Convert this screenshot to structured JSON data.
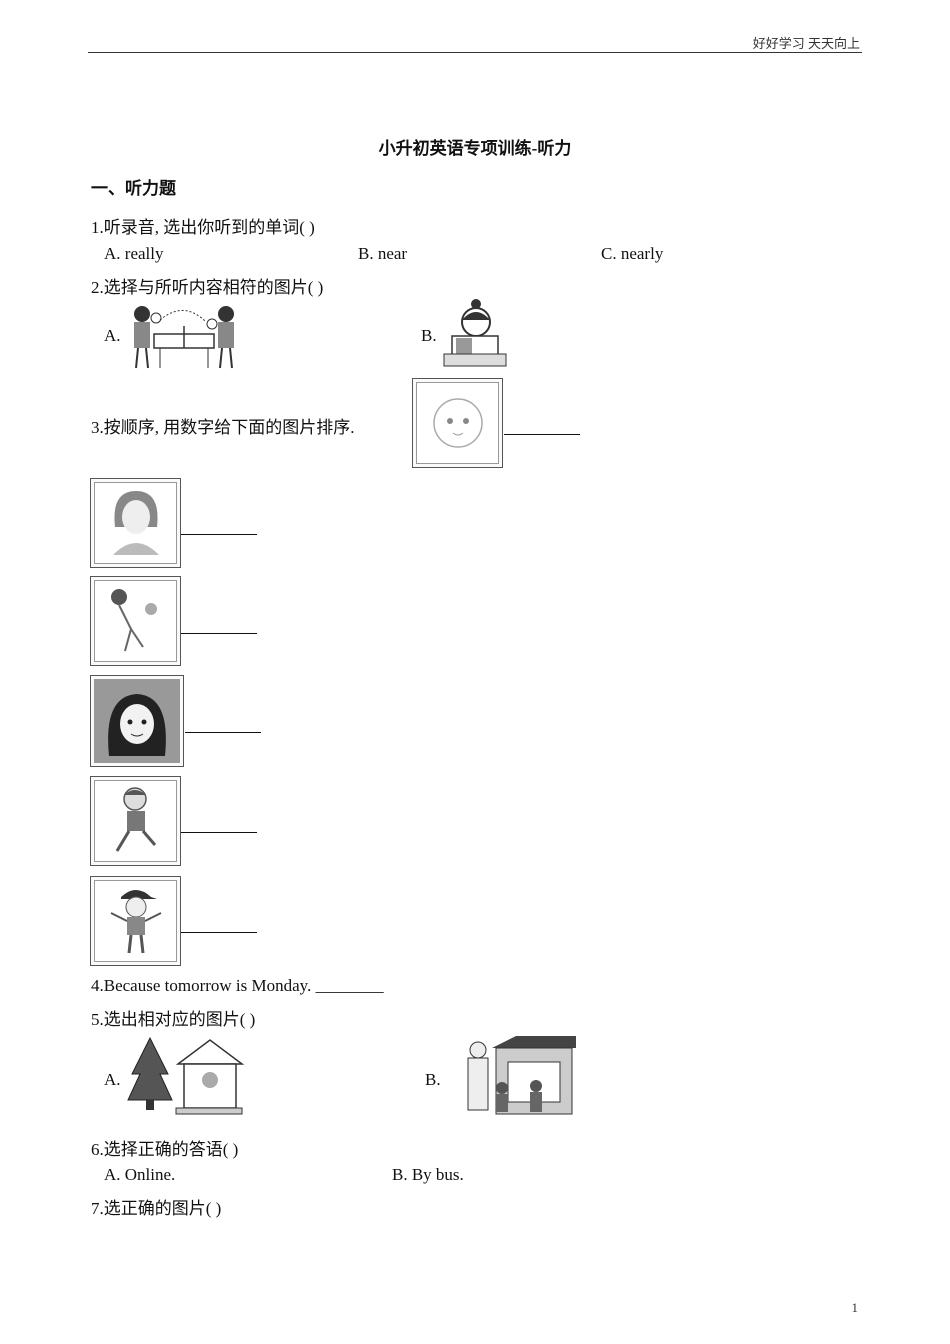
{
  "header": {
    "text": "好好学习  天天向上"
  },
  "title": "小升初英语专项训练-听力",
  "section": "一、听力题",
  "q1": {
    "text": "1.听录音, 选出你听到的单词(    )",
    "a": "A. really",
    "b": "B. near",
    "c": "C. nearly"
  },
  "q2": {
    "text": "2.选择与所听内容相符的图片(    )",
    "a": "A.",
    "b": "B."
  },
  "q3": {
    "text": "3.按顺序, 用数字给下面的图片排序."
  },
  "q4": {
    "text": "4.Because tomorrow is Monday. ________"
  },
  "q5": {
    "text": "5.选出相对应的图片(    )",
    "a": "A.",
    "b": "B."
  },
  "q6": {
    "text": "6.选择正确的答语(    )",
    "a": "A. Online.",
    "b": "B. By bus."
  },
  "q7": {
    "text": "7.选正确的图片(    )"
  },
  "page_number": "1"
}
